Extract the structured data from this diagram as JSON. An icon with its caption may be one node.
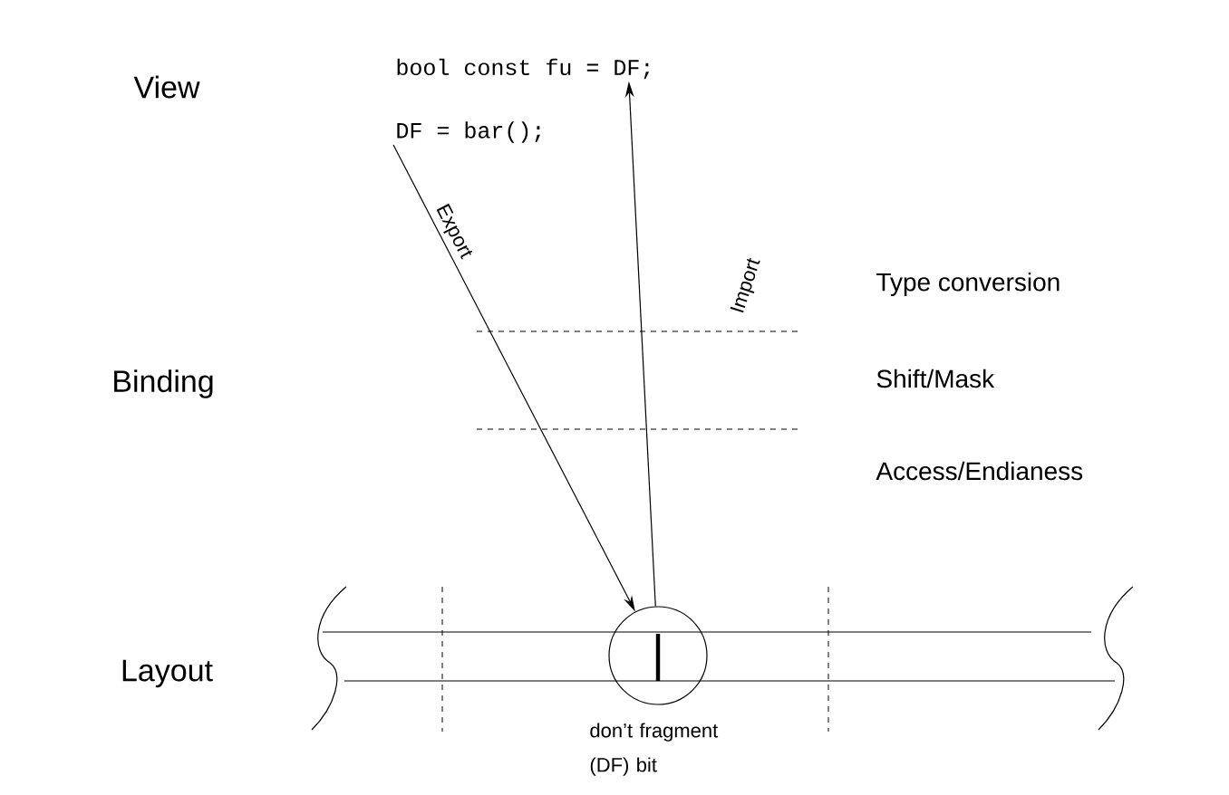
{
  "diagram": {
    "nodes": [
      {
        "text": [
          "DF = bar();"
        ]
      },
      {
        "text": [
          "bool const fu = DF;"
        ]
      },
      {
        "text": [],
        "shape": "circle",
        "beside": [
          "don’t fragment (DF) bit"
        ]
      }
    ],
    "edges": [
      {
        "from": 0,
        "to": 2,
        "arrow": "to",
        "label": "Export"
      },
      {
        "from": 2,
        "to": 1,
        "arrow": "to",
        "label": "Import"
      }
    ],
    "labels": [
      "View",
      "Binding",
      "Layout",
      "Type conversion",
      "Shift/Mask",
      "Access/Endianess"
    ]
  }
}
